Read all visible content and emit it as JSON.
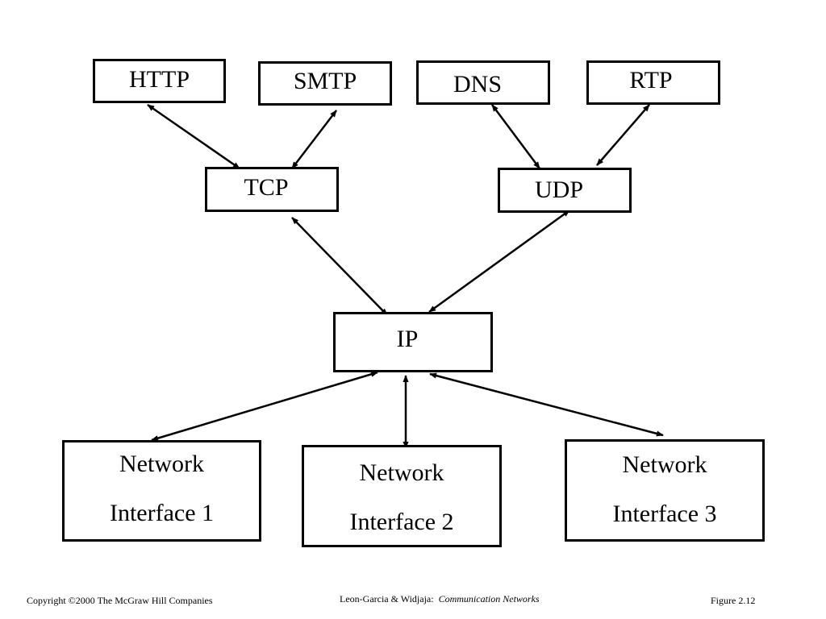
{
  "protocols": {
    "application": [
      "HTTP",
      "SMTP",
      "DNS",
      "RTP"
    ],
    "transport": [
      "TCP",
      "UDP"
    ],
    "network": "IP",
    "interfaces": [
      "Network\nInterface 1",
      "Network\nInterface 2",
      "Network\nInterface 3"
    ]
  },
  "footer": {
    "copyright": "Copyright ©2000 The McGraw Hill Companies",
    "authors": "Leon-Garcia & Widjaja:",
    "book": "Communication Networks",
    "figure": "Figure 2.12"
  }
}
